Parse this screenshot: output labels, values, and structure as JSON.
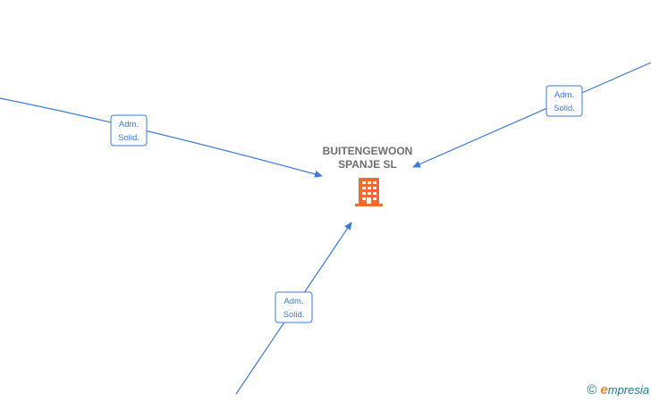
{
  "node": {
    "title_line1": "BUITENGEWOON",
    "title_line2": "SPANJE  SL",
    "icon": "building-icon",
    "icon_color": "#f26a2e"
  },
  "edges": [
    {
      "label_line1": "Adm.",
      "label_line2": "Solid."
    },
    {
      "label_line1": "Adm.",
      "label_line2": "Solid."
    },
    {
      "label_line1": "Adm.",
      "label_line2": "Solid."
    }
  ],
  "colors": {
    "edge": "#3a7bd5",
    "title": "#6e6e6e"
  },
  "watermark": {
    "copyright": "©",
    "brand_initial": "e",
    "brand_rest": "mpresia"
  }
}
